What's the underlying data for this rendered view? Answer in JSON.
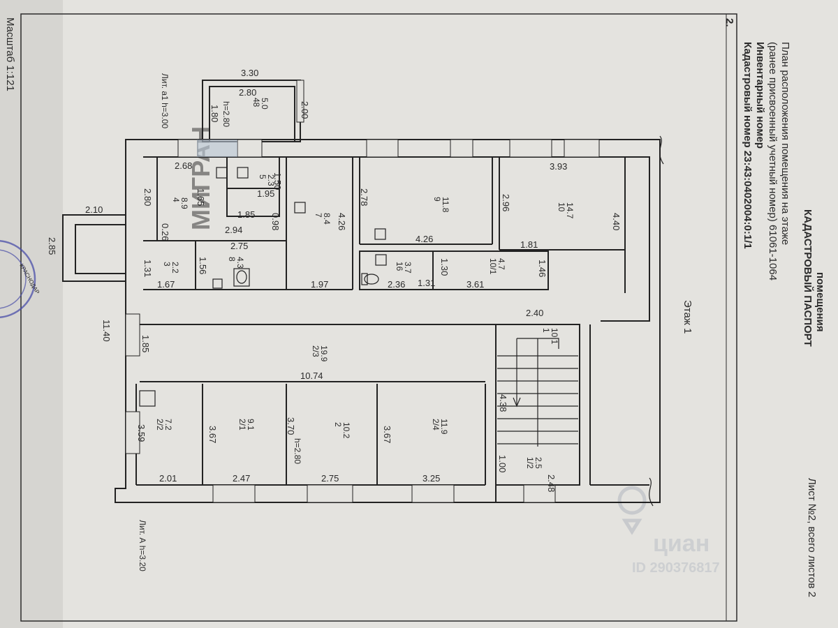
{
  "header": {
    "sheet_label": "Лист №2, всего листов 2",
    "title_fragment": "КАДАСТРОВЫЙ ПАСПОРТ",
    "title_fragment2": "помещения",
    "cadastral": "Кадастровый номер 23:43:0402004:0:1/1",
    "inventory": "Инвентарный номер",
    "prior": "(ранее присвоенный учетный номер) 61061-1064",
    "plan_caption": "План расположения помещения на этаже",
    "page_no": "2.",
    "floor": "Этаж 1",
    "scale": "Масштаб 1:121"
  },
  "litera": {
    "upper": "Лит. а1 h=3.00",
    "lower": "Лит. А h=3.20",
    "height_48": "h=2.80",
    "height_2": "h=2.80"
  },
  "watermark": {
    "brand": "циан",
    "id": "ID 290376817",
    "faded": "МИГРАН"
  },
  "stamp": {
    "text": "КРАСНОДАР"
  },
  "rooms": [
    {
      "id": "r48",
      "label": "48",
      "area": "5.0"
    },
    {
      "id": "r4",
      "label": "4",
      "area": "8.9"
    },
    {
      "id": "r5",
      "label": "5",
      "area": "2.3"
    },
    {
      "id": "r7",
      "label": "7",
      "area": "8.4"
    },
    {
      "id": "r9",
      "label": "9",
      "area": "11.8"
    },
    {
      "id": "r10",
      "label": "10",
      "area": "14.7"
    },
    {
      "id": "r3",
      "label": "3",
      "area": "2.2"
    },
    {
      "id": "r8",
      "label": "8",
      "area": "4.3"
    },
    {
      "id": "r16",
      "label": "16",
      "area": "3.7"
    },
    {
      "id": "r10a",
      "label": "10/1",
      "area": "4.7"
    },
    {
      "id": "r2_3",
      "label": "2/3",
      "area": "19.9"
    },
    {
      "id": "r1",
      "label": "1",
      "area": "10.1"
    },
    {
      "id": "r2_2",
      "label": "2/2",
      "area": "7.2"
    },
    {
      "id": "r2_1",
      "label": "2/1",
      "area": "9.1"
    },
    {
      "id": "r2",
      "label": "2",
      "area": "10.2"
    },
    {
      "id": "r2_4",
      "label": "2/4",
      "area": "11.9"
    },
    {
      "id": "r1_2",
      "label": "1/2",
      "area": "2.5"
    }
  ],
  "dims": {
    "d330": "3.30",
    "d280a": "2.80",
    "d180": "1.80",
    "d200": "2.00",
    "d268": "2.68",
    "d280b": "2.80",
    "d165": "1.65",
    "d150": "1.50",
    "d195": "1.95",
    "d185a": "1.85",
    "d098": "0.98",
    "d294": "2.94",
    "d026": "0.26",
    "d426a": "4.26",
    "d278": "2.78",
    "d426b": "4.26",
    "d393": "3.93",
    "d296": "2.96",
    "d440": "4.40",
    "d181": "1.81",
    "d275a": "2.75",
    "d156": "1.56",
    "d131a": "1.31",
    "d167": "1.67",
    "d197": "1.97",
    "d236": "2.36",
    "d131b": "1.31",
    "d130": "1.30",
    "d361": "3.61",
    "d146": "1.46",
    "d210": "2.10",
    "d285": "2.85",
    "d1140": "11.40",
    "d185b": "1.85",
    "d1074": "10.74",
    "d240": "2.40",
    "d438": "4.38",
    "d100": "1.00",
    "d248": "2.48",
    "d359": "3.59",
    "d201": "2.01",
    "d367a": "3.67",
    "d247": "2.47",
    "d370": "3.70",
    "d275b": "2.75",
    "d367b": "3.67",
    "d325": "3.25"
  }
}
